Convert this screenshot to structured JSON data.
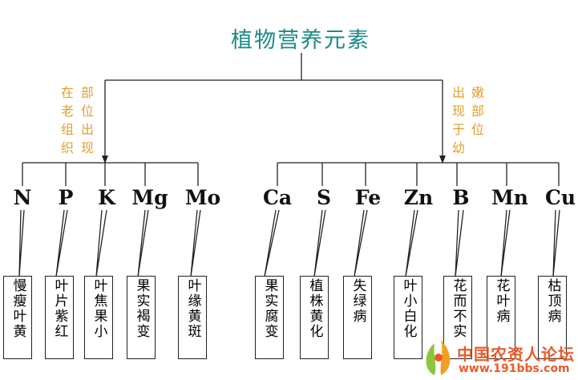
{
  "title": "植物营养元素",
  "left_note": [
    "在",
    "老",
    "组",
    "织"
  ],
  "left_note2": [
    "部",
    "位",
    "出",
    "现"
  ],
  "right_note": [
    "出",
    "现",
    "于",
    "幼"
  ],
  "right_note2": [
    "嫩",
    "部",
    "位"
  ],
  "left_elements": [
    "N",
    "P",
    "K",
    "Mg",
    "Mo"
  ],
  "right_elements": [
    "Ca",
    "S",
    "Fe",
    "Zn",
    "B",
    "Mn",
    "Cu"
  ],
  "left_symptoms": [
    "慢瘦叶黄",
    "叶片紫红",
    "叶焦果小",
    "果实褐变",
    "叶缘黄斑"
  ],
  "right_symptoms": [
    "果实腐变",
    "植株黄化",
    "失绿病",
    "叶小白化",
    "花而不实",
    "花叶病",
    "枯顶病"
  ],
  "watermark": {
    "name": "中国农资人论坛",
    "url": "www.191bbs.com"
  }
}
